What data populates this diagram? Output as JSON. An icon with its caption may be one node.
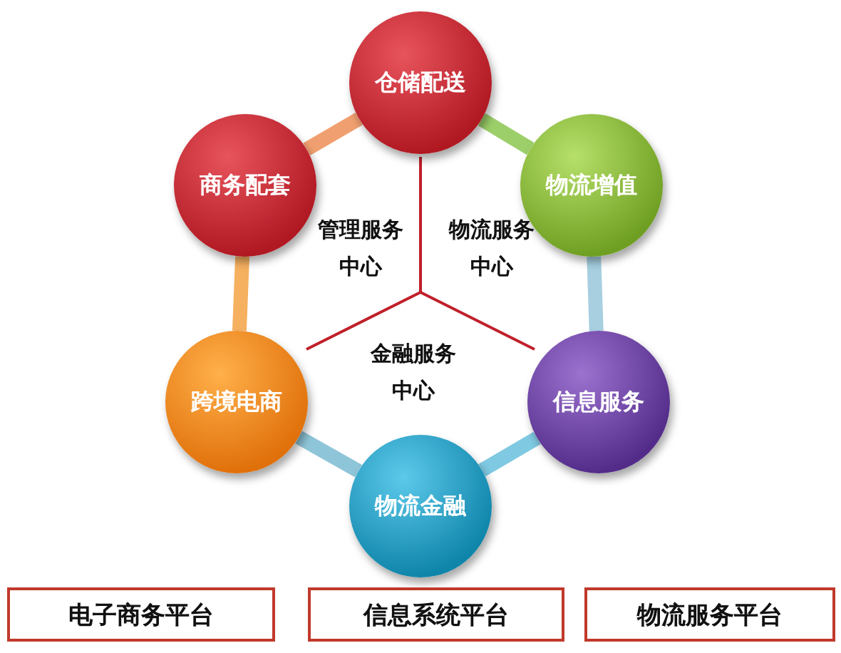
{
  "diagram": {
    "nodes": [
      {
        "text": [
          "仓储配送"
        ]
      },
      {
        "text": [
          "物流增值"
        ]
      },
      {
        "text": [
          "信息服务"
        ]
      },
      {
        "text": [
          "物流金融"
        ]
      },
      {
        "text": [
          "跨境电商"
        ]
      },
      {
        "text": [
          "商务配套"
        ]
      },
      {
        "text": [
          "电子商务平台"
        ]
      },
      {
        "text": [
          "信息系统平台"
        ]
      },
      {
        "text": [
          "物流服务平台"
        ]
      }
    ],
    "edges": [
      {
        "from": 0,
        "to": 1,
        "arrow": "none",
        "color": "#9ccf6a"
      },
      {
        "from": 1,
        "to": 2,
        "arrow": "none",
        "color": "#a7cfe0"
      },
      {
        "from": 2,
        "to": 3,
        "arrow": "none",
        "color": "#7fc9e2"
      },
      {
        "from": 3,
        "to": 4,
        "arrow": "none",
        "color": "#8fc5d8"
      },
      {
        "from": 4,
        "to": 5,
        "arrow": "none",
        "color": "#f5b060"
      },
      {
        "from": 5,
        "to": 0,
        "arrow": "none",
        "color": "#f0a070"
      }
    ],
    "labels": [
      "管理服务中心",
      "物流服务中心",
      "金融服务中心"
    ]
  }
}
